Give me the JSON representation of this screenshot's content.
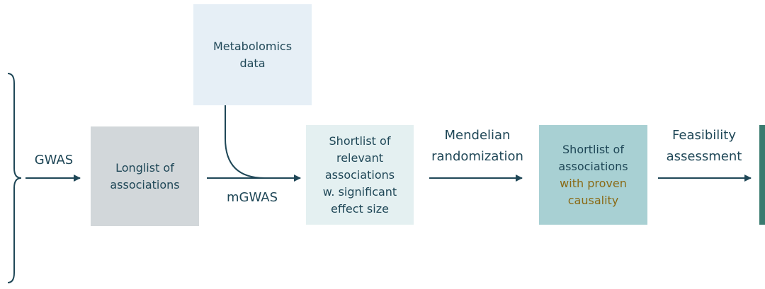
{
  "boxes": {
    "metabolomics": {
      "lines": [
        "Metabolomics",
        "data"
      ]
    },
    "longlist": {
      "lines": [
        "Longlist of",
        "associations"
      ]
    },
    "shortlist_relevant": {
      "lines": [
        "Shortlist of",
        "relevant",
        "associations",
        "w. significant",
        "effect size"
      ]
    },
    "shortlist_causal": {
      "lines": [
        "Shortlist of",
        "associations"
      ],
      "highlight_lines": [
        "with proven",
        "causality"
      ]
    }
  },
  "edge_labels": {
    "gwas": "GWAS",
    "mgwas": "mGWAS",
    "mendelian": [
      "Mendelian",
      "randomization"
    ],
    "feasibility": [
      "Feasibility",
      "assessment"
    ]
  },
  "colors": {
    "metabolomics_fill": "#e6eff6",
    "longlist_fill": "#d2d7da",
    "shortlist_relevant_fill": "#e4f0f1",
    "shortlist_causal_fill": "#a8d0d3",
    "final_bar": "#3a7b6f",
    "highlight_text": "#8a6a16"
  }
}
